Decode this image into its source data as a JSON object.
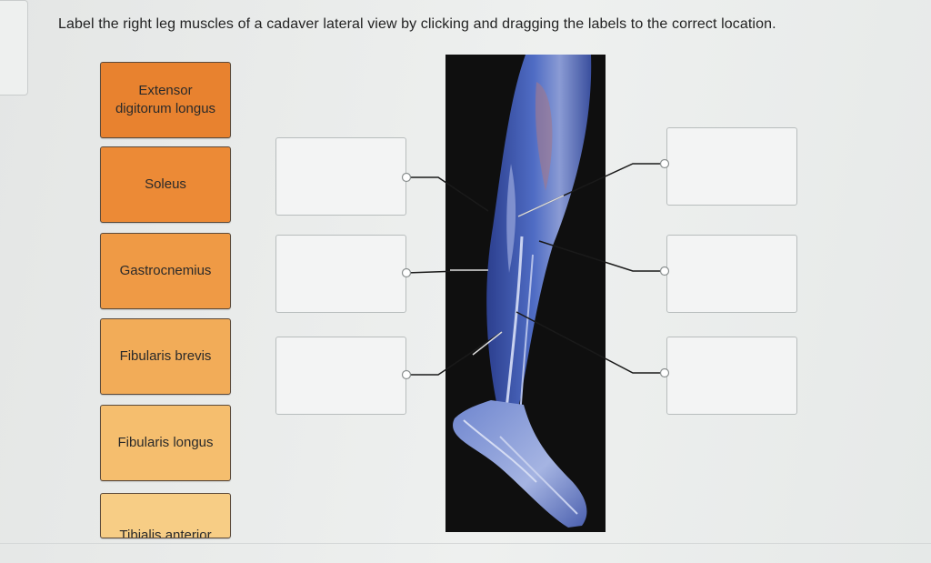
{
  "instructions": "Label the right leg muscles of a cadaver lateral view by clicking and dragging the labels to the correct location.",
  "labels": [
    {
      "line1": "Extensor",
      "line2": "digitorum longus",
      "color": "#e8822f"
    },
    {
      "line1": "Soleus",
      "line2": "",
      "color": "#ec8a36"
    },
    {
      "line1": "Gastrocnemius",
      "line2": "",
      "color": "#ef9a45"
    },
    {
      "line1": "Fibularis brevis",
      "line2": "",
      "color": "#f2ac58"
    },
    {
      "line1": "Fibularis longus",
      "line2": "",
      "color": "#f5be6e"
    },
    {
      "line1": "Tibialis anterior",
      "line2": "",
      "color": "#f7cd85"
    }
  ],
  "drop_zones_left": [
    {
      "value": ""
    },
    {
      "value": ""
    },
    {
      "value": ""
    }
  ],
  "drop_zones_right": [
    {
      "value": ""
    },
    {
      "value": ""
    },
    {
      "value": ""
    }
  ],
  "image": {
    "icon": "leg-muscle-image",
    "background": "#0f0f0f"
  }
}
